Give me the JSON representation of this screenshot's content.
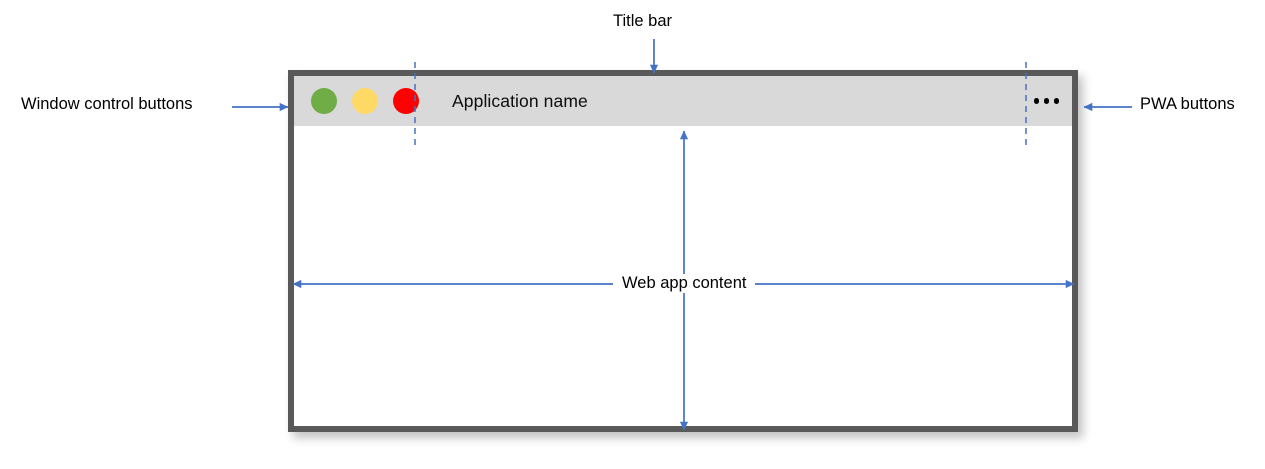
{
  "diagram": {
    "title_annotations": {
      "window_controls": "Window control buttons",
      "pwa_buttons": "PWA buttons",
      "title_bar": "Title bar",
      "web_app_content": "Web app content"
    },
    "colors": {
      "annotation_arrow": "#4472c4",
      "guide_dash": "#4472c4",
      "window_border": "#595959",
      "title_bar_bg": "#d9d9d9",
      "content_bg": "#ffffff",
      "control_green": "#70ad47",
      "control_yellow": "#ffd966",
      "control_red": "#fe0000",
      "pwa_dot": "#000000",
      "text": "#000000"
    }
  },
  "window": {
    "title": "Application name",
    "controls": [
      {
        "name": "window-control-green",
        "color": "#70ad47"
      },
      {
        "name": "window-control-yellow",
        "color": "#ffd966"
      },
      {
        "name": "window-control-red",
        "color": "#fe0000"
      }
    ],
    "pwa_menu_icon": "ellipsis-icon",
    "pwa_menu_dots": 3
  }
}
